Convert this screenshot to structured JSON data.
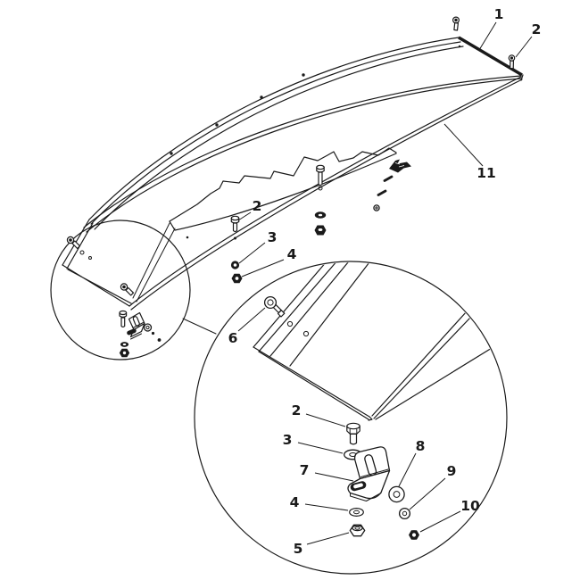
{
  "diagram": {
    "type": "exploded-parts-diagram",
    "subject": "curved deflector panel assembly with mounting hardware",
    "background_color": "#ffffff",
    "line_color": "#1a1a1a",
    "detail_views": [
      {
        "name": "small-detail-circle",
        "shows": "left corner bracket assembly"
      },
      {
        "name": "large-detail-circle",
        "shows": "magnified corner with slotted bracket and fasteners"
      }
    ],
    "callouts": [
      {
        "number": "1",
        "points_to": "panel-top-edge"
      },
      {
        "number": "2",
        "points_to": "bolt-top-right"
      },
      {
        "number": "11",
        "points_to": "panel-lower-face"
      },
      {
        "number": "2",
        "points_to": "carriage-bolt-middle"
      },
      {
        "number": "3",
        "points_to": "washer-middle"
      },
      {
        "number": "4",
        "points_to": "nut-middle"
      },
      {
        "number": "6",
        "points_to": "flange-head-bolt"
      },
      {
        "number": "2",
        "points_to": "hex-bolt-detail"
      },
      {
        "number": "3",
        "points_to": "flat-washer-detail"
      },
      {
        "number": "7",
        "points_to": "slotted-angle-bracket"
      },
      {
        "number": "8",
        "points_to": "large-flat-washer"
      },
      {
        "number": "9",
        "points_to": "small-washer"
      },
      {
        "number": "4",
        "points_to": "lock-washer-detail"
      },
      {
        "number": "5",
        "points_to": "hex-nut-detail"
      },
      {
        "number": "10",
        "points_to": "flange-lock-nut"
      }
    ]
  }
}
